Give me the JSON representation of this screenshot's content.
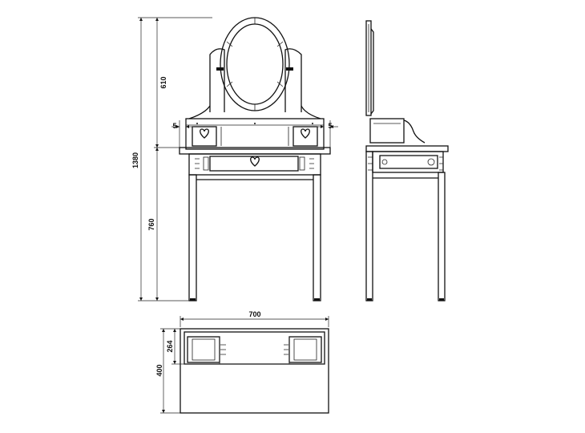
{
  "dimensions": {
    "total_height": "1380",
    "mirror_height": "610",
    "table_height": "760",
    "overhang_left": "5",
    "overhang_right": "5",
    "width": "700",
    "depth": "400",
    "drawer_depth": "264"
  },
  "symbols": {
    "drawer_decoration": "heart-icon"
  }
}
